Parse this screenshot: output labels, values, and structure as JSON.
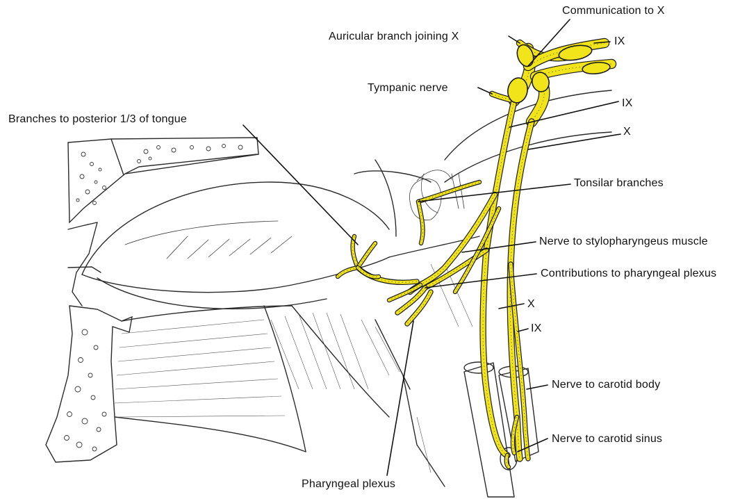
{
  "labels": {
    "communication_to_x": "Communication to X",
    "auricular_branch": "Auricular branch joining X",
    "ix_top": "IX",
    "tympanic_nerve": "Tympanic nerve",
    "ix_middle": "IX",
    "x_middle": "X",
    "branches_tongue": "Branches to posterior 1/3 of tongue",
    "tonsilar_branches": "Tonsilar branches",
    "nerve_stylopharyngeus": "Nerve to stylopharyngeus muscle",
    "contributions_plexus": "Contributions to pharyngeal plexus",
    "x_lower": "X",
    "ix_lower": "IX",
    "nerve_carotid_body": "Nerve to carotid body",
    "nerve_carotid_sinus": "Nerve to carotid sinus",
    "pharyngeal_plexus": "Pharyngeal plexus"
  },
  "colors": {
    "nerve_yellow": "#f2e41a",
    "outline": "#2a2a2a",
    "label_text": "#111111",
    "background": "#ffffff"
  }
}
